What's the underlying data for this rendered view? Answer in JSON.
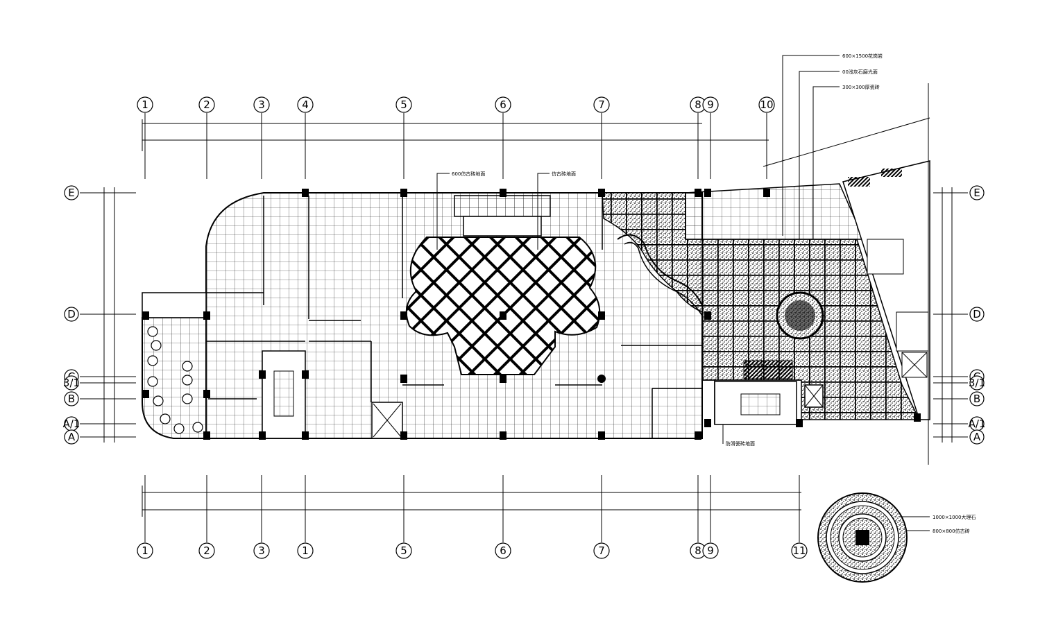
{
  "grid": {
    "top_labels": [
      "1",
      "2",
      "3",
      "4",
      "5",
      "6",
      "7",
      "8",
      "9",
      "10"
    ],
    "bottom_labels": [
      "1",
      "2",
      "3",
      "1",
      "5",
      "6",
      "7",
      "8",
      "9",
      "11"
    ],
    "left_rows": [
      "E",
      "D",
      "C",
      "3/1",
      "B",
      "A/1",
      "A"
    ],
    "right_rows": [
      "E",
      "D",
      "C",
      "3/1",
      "B",
      "A/1",
      "A"
    ]
  },
  "callouts": {
    "top_right": [
      "600×1500花岗岩",
      "00浅灰石磨光面",
      "300×300厚瓷砖"
    ],
    "top_center": [
      "600仿古砖地面",
      "仿古砖地面"
    ],
    "bottom_center": "防滑瓷砖地面",
    "medallion": [
      "1000×1000大理石",
      "800×800仿古砖"
    ]
  },
  "colors": {
    "line": "#000000",
    "background": "#ffffff"
  }
}
